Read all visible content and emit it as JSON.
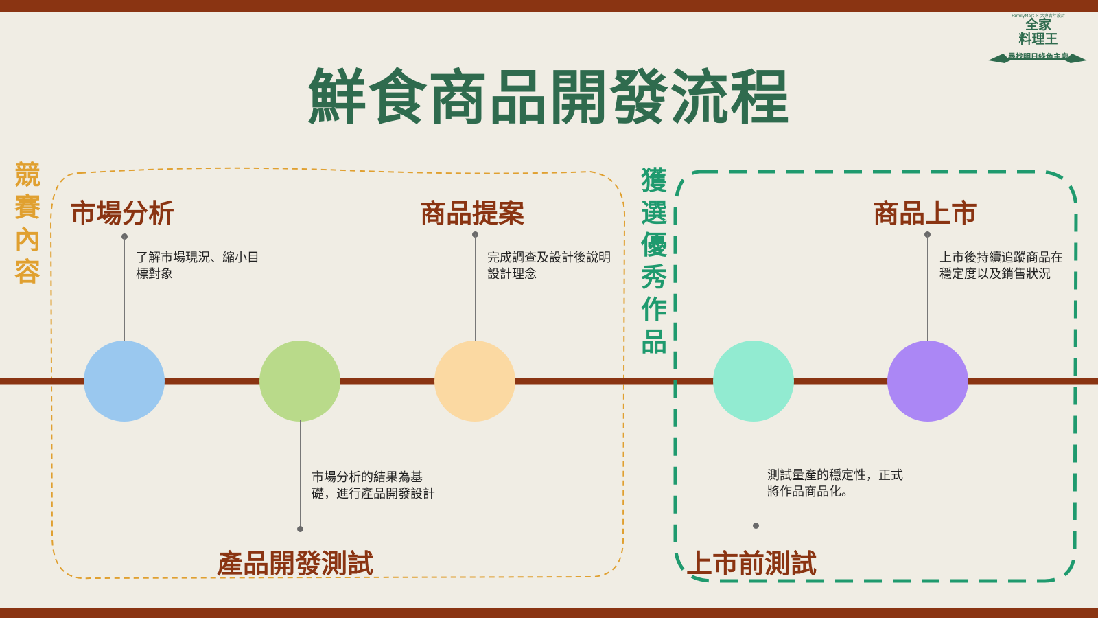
{
  "title": "鮮食商品開發流程",
  "logo": {
    "top_line": "FamilyMart × 大專青年設計",
    "name_line1": "全家",
    "name_line2": "料理王",
    "slogan": "尋找明日綠色主廚"
  },
  "groups": {
    "competition": {
      "label": "競賽內容",
      "chars": [
        "競",
        "賽",
        "內",
        "容"
      ],
      "color": "#e0a030"
    },
    "selected": {
      "label": "獲選優秀作品",
      "chars": [
        "獲",
        "選",
        "優",
        "秀",
        "作",
        "品"
      ],
      "color": "#1f9a6e"
    }
  },
  "steps": [
    {
      "title": "市場分析",
      "desc": "了解市場現況、縮小目標對象",
      "color": "#9ac8ef",
      "position": "top"
    },
    {
      "title": "產品開發測試",
      "desc": "市場分析的結果為基礎，進行產品開發設計",
      "color": "#b9da8a",
      "position": "bottom"
    },
    {
      "title": "商品提案",
      "desc": "完成調查及設計後說明設計理念",
      "color": "#fbd9a2",
      "position": "top"
    },
    {
      "title": "上市前測試",
      "desc": "測試量產的穩定性，正式將作品商品化。",
      "color": "#92ebd1",
      "position": "bottom"
    },
    {
      "title": "商品上市",
      "desc": "上市後持續追蹤商品在穩定度以及銷售狀況",
      "color": "#ab87f5",
      "position": "top"
    }
  ],
  "colors": {
    "accent_brown": "#8a3412",
    "title_green": "#2f6b4e",
    "dashed_yellow": "#e0a030",
    "dashed_green": "#1f9a6e"
  }
}
